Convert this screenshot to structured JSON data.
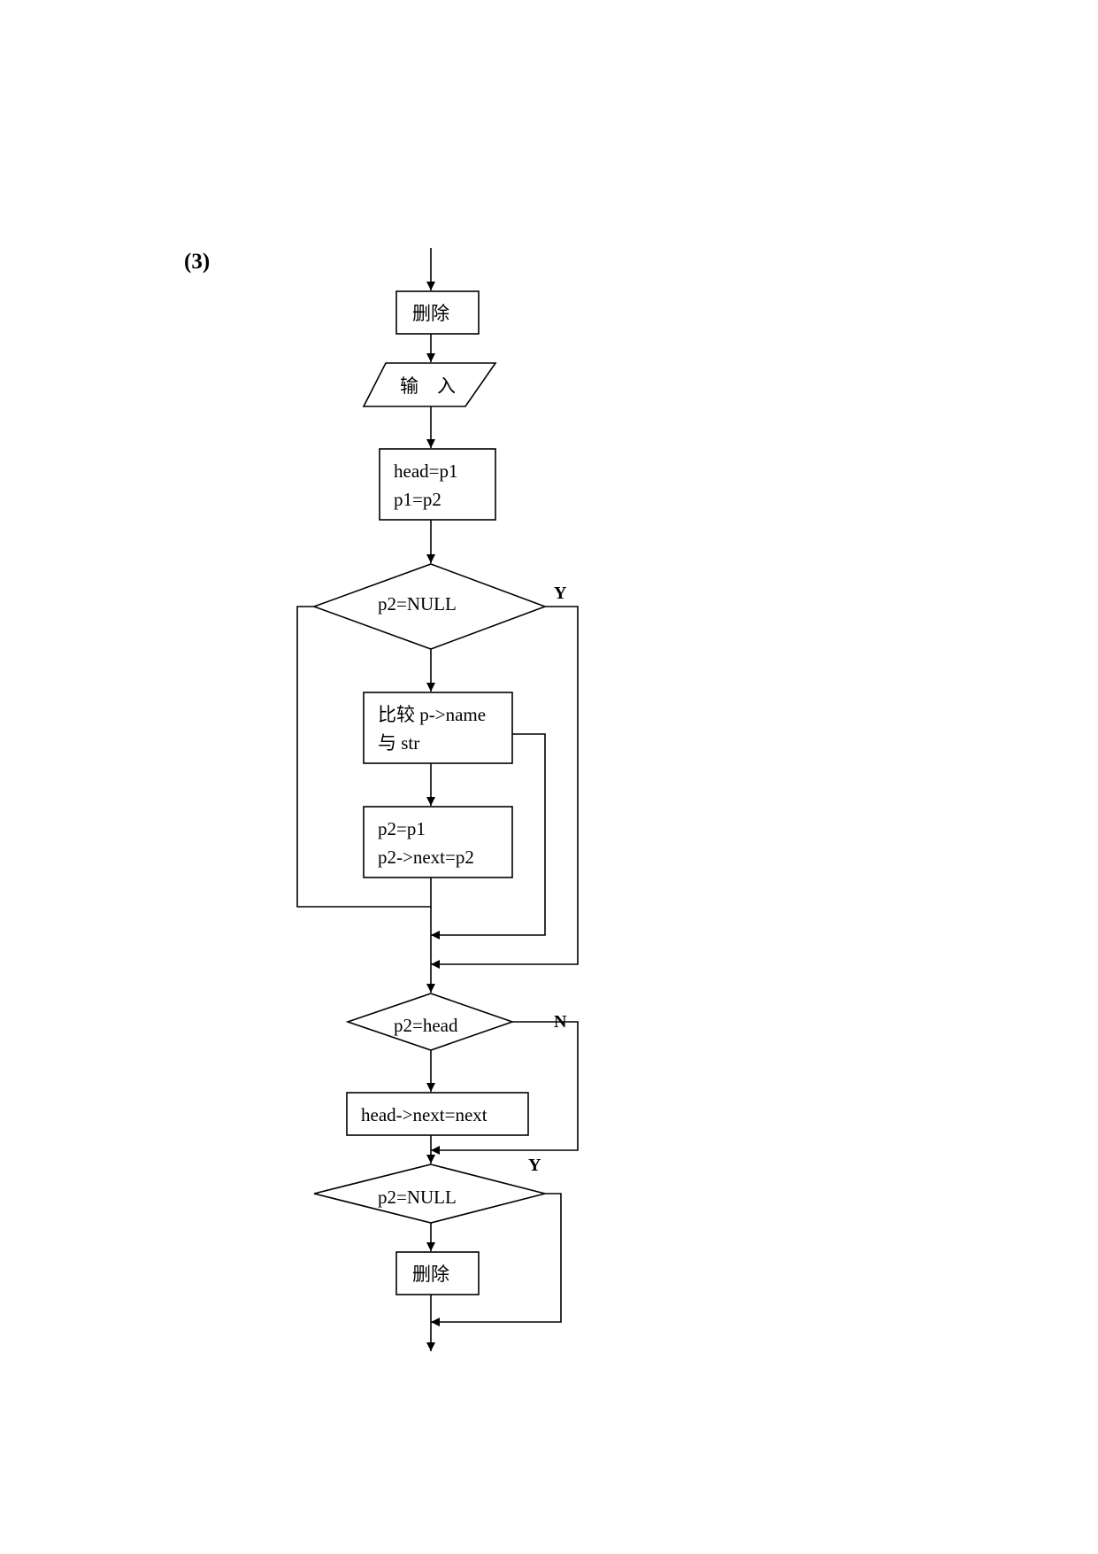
{
  "section_label": "(3)",
  "nodes": {
    "delete_start": "删除",
    "input": "输　入",
    "init_line1": "head=p1",
    "init_line2": "p1=p2",
    "check_null_1": "p2=NULL",
    "compare_line1": "比较 p->name",
    "compare_line2": "与 str",
    "advance_line1": "p2=p1",
    "advance_line2": "p2->next=p2",
    "check_head": "p2=head",
    "relink": "head->next=next",
    "check_null_2": "p2=NULL",
    "delete_end": "删除"
  },
  "edge_labels": {
    "null_1_yes": "Y",
    "head_no": "N",
    "null_2_yes": "Y"
  },
  "colors": {
    "stroke": "#000000",
    "background": "#ffffff"
  }
}
